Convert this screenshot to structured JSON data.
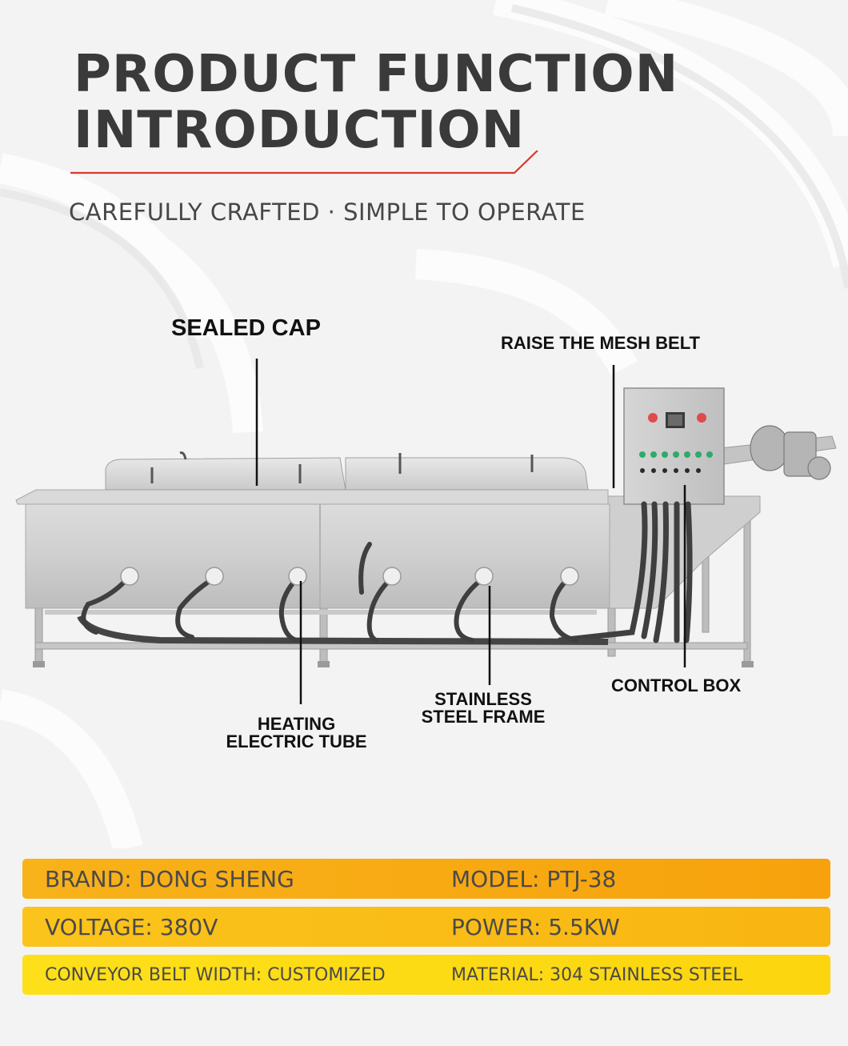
{
  "title": {
    "line1": "PRODUCT FUNCTION",
    "line2": "INTRODUCTION"
  },
  "subtitle": "CAREFULLY CRAFTED · SIMPLE TO OPERATE",
  "colors": {
    "accent_red": "#d63a2f",
    "spec_orange": "#f7a20c",
    "spec_yellow": "#fcd50e"
  },
  "callouts": {
    "sealed_cap": "SEALED CAP",
    "mesh_belt": "RAISE THE MESH BELT",
    "heating_line1": "HEATING",
    "heating_line2": "ELECTRIC TUBE",
    "frame_line1": "STAINLESS",
    "frame_line2": "STEEL FRAME",
    "control_box": "CONTROL BOX"
  },
  "specs": [
    {
      "left": "BRAND: DONG SHENG",
      "right": "MODEL: PTJ-38"
    },
    {
      "left": "VOLTAGE: 380V",
      "right": "POWER: 5.5KW"
    },
    {
      "left": "CONVEYOR BELT WIDTH: CUSTOMIZED",
      "right": "MATERIAL: 304 STAINLESS STEEL"
    }
  ]
}
